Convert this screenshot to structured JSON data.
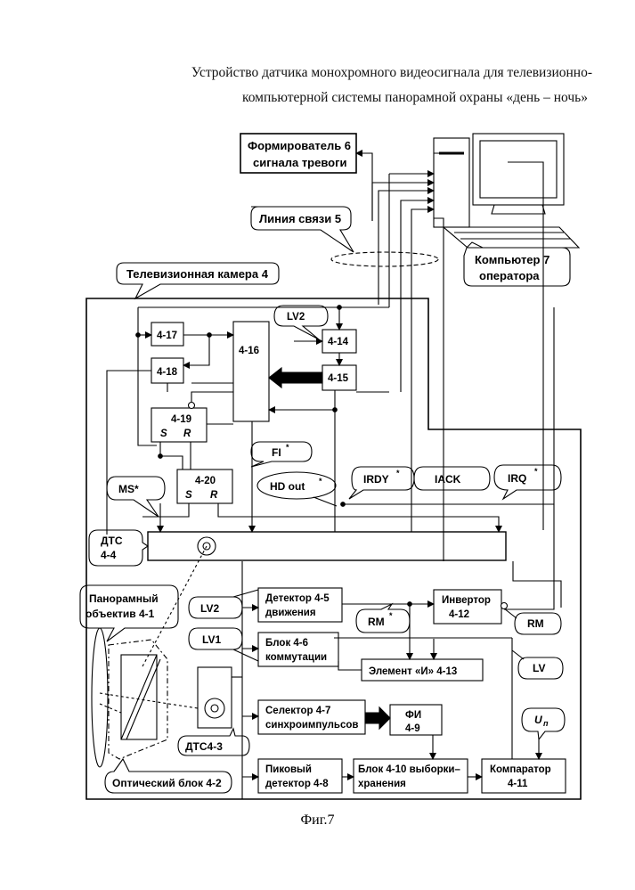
{
  "title": {
    "line1": "Устройство датчика монохромного видеосигнала для  телевизионно-",
    "line2": "компьютерной системы панорамной охраны «день – ночь»"
  },
  "caption": "Фиг.7",
  "callouts": {
    "alarm_former": [
      "Формирователь 6",
      "сигнала тревоги"
    ],
    "comm_line": "Линия связи 5",
    "operator_pc": [
      "Компьютер 7",
      "оператора"
    ],
    "camera": "Телевизионная камера 4",
    "lv2_top": "LV2",
    "fi": "FI",
    "hd_out": "HD out",
    "irdy": "IRDY",
    "iack": "IACK",
    "irq": "IRQ",
    "ms": "MS*",
    "dts44": [
      "ДТС",
      "4-4"
    ],
    "pan_lens": [
      "Панорамный",
      "объектив 4-1"
    ],
    "lv2_mid": "LV2",
    "lv1": "LV1",
    "rm_star": "RM",
    "rm": "RM",
    "lv": "LV",
    "un": "U",
    "un_sub": "п",
    "dts43": "ДТС4-3",
    "optic_block": "Оптический блок 4-2",
    "star": "*"
  },
  "blocks": {
    "b417": "4-17",
    "b418": "4-18",
    "b416": "4-16",
    "b414": "4-14",
    "b415": "4-15",
    "b419": "4-19",
    "b420": "4-20",
    "sr_s": "S",
    "sr_r": "R",
    "det45": [
      "Детектор 4-5",
      "движения"
    ],
    "inv412": [
      "Инвертор",
      "4-12"
    ],
    "blk46": [
      "Блок 4-6",
      "коммутации"
    ],
    "and413": "Элемент «И» 4-13",
    "sel47": [
      "Селектор 4-7",
      "синхроимпульсов"
    ],
    "fi49": [
      "ФИ",
      "4-9"
    ],
    "peak48": [
      "Пиковый",
      "детектор 4-8"
    ],
    "sh410": [
      "Блок 4-10 выборки–",
      "хранения"
    ],
    "comp411": [
      "Компаратор",
      "4-11"
    ]
  }
}
